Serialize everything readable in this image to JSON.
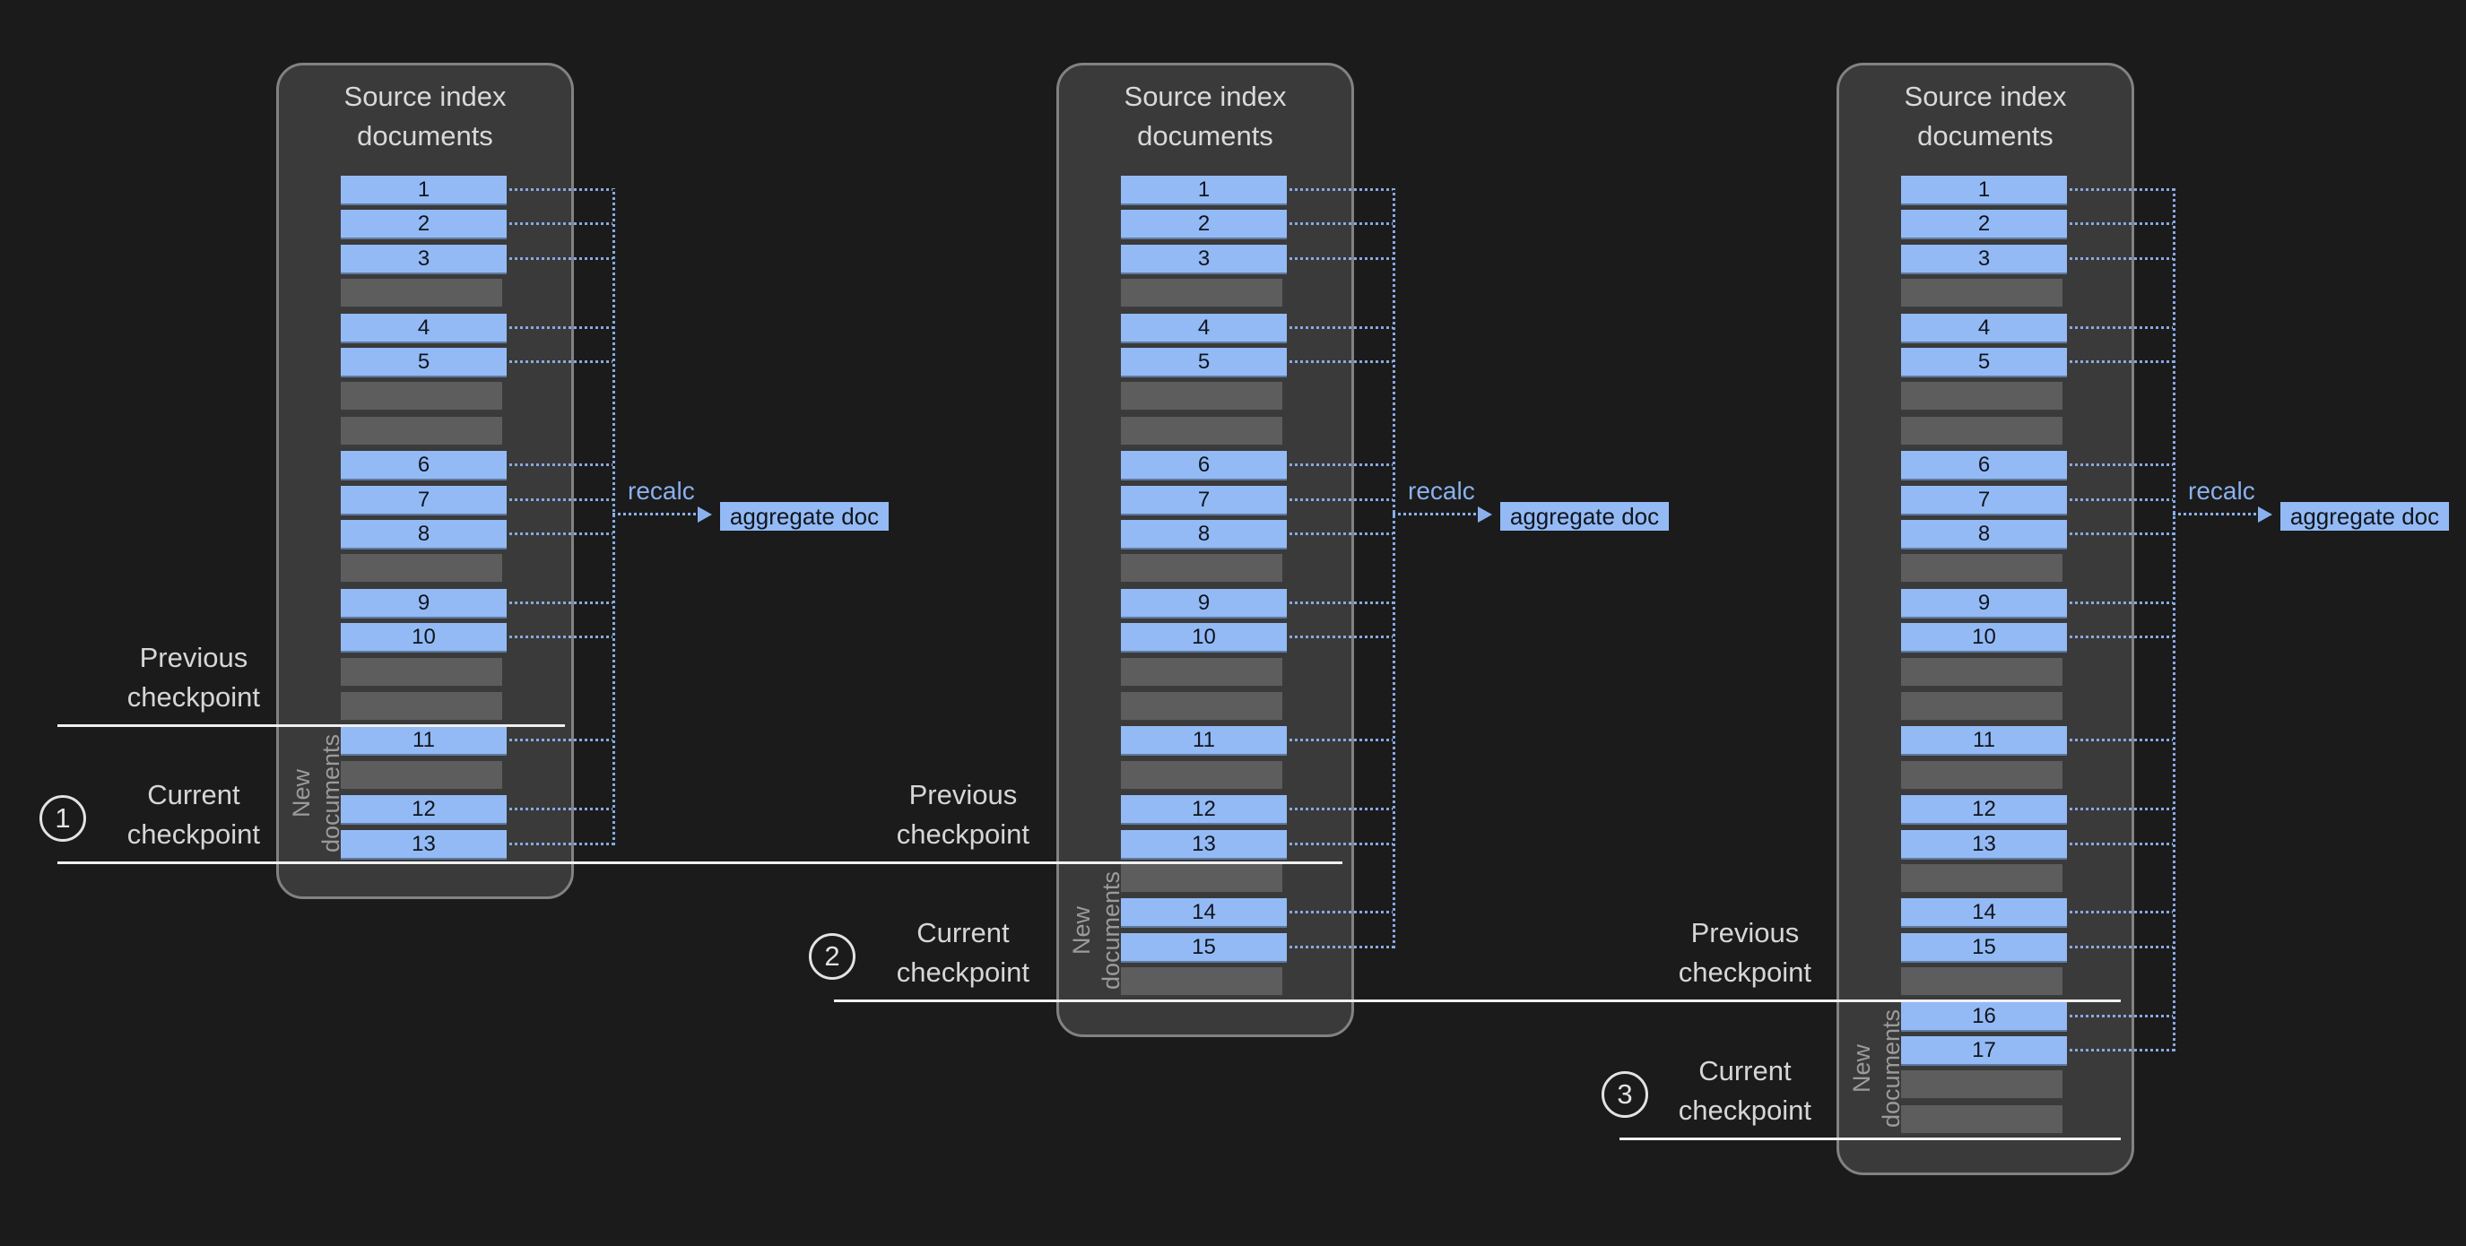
{
  "diagram": {
    "panel_title_lines": [
      "Source index",
      "documents"
    ],
    "recalc_label": "recalc",
    "aggregate_label": "aggregate doc",
    "new_documents_lines": [
      "New",
      "documents"
    ],
    "labels": {
      "previous": [
        "Previous",
        "checkpoint"
      ],
      "current": [
        "Current",
        "checkpoint"
      ]
    },
    "checkpoint_numbers": [
      "1",
      "2",
      "3"
    ],
    "panels": [
      {
        "bars": [
          "1",
          "2",
          "3",
          "",
          "4",
          "5",
          "",
          "",
          "6",
          "7",
          "8",
          "",
          "9",
          "10",
          "",
          "",
          "11",
          "",
          "12",
          "13"
        ]
      },
      {
        "bars": [
          "1",
          "2",
          "3",
          "",
          "4",
          "5",
          "",
          "",
          "6",
          "7",
          "8",
          "",
          "9",
          "10",
          "",
          "",
          "11",
          "",
          "12",
          "13",
          "",
          "14",
          "15",
          ""
        ]
      },
      {
        "bars": [
          "1",
          "2",
          "3",
          "",
          "4",
          "5",
          "",
          "",
          "6",
          "7",
          "8",
          "",
          "9",
          "10",
          "",
          "",
          "11",
          "",
          "12",
          "13",
          "",
          "14",
          "15",
          "",
          "16",
          "17",
          "",
          ""
        ]
      }
    ],
    "colors": {
      "background": "#1b1b1b",
      "panel_bg": "#3a3a3a",
      "panel_border": "#828282",
      "doc_bar": "#93baf5",
      "empty_bar": "#5d5d5d",
      "bar_text": "#10151d",
      "connector": "#87a9e4",
      "accent": "#8ab1ee",
      "checkpoint_line": "#f0f0f0",
      "label_text": "#d6d6d6",
      "title_text": "#d9d9d9",
      "new_docs_text": "#9b9b9b",
      "circle": "#e3e3e3"
    }
  }
}
